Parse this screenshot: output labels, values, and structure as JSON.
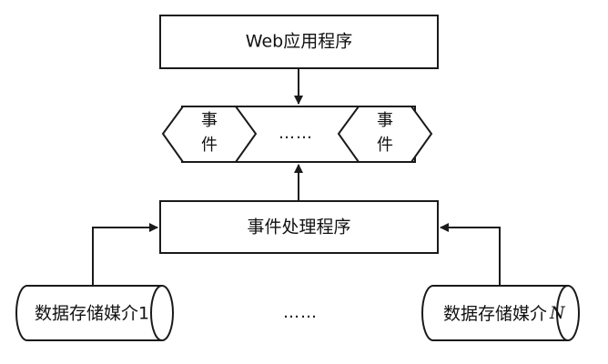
{
  "diagram": {
    "web_app": {
      "label": "Web应用程序"
    },
    "event_row": {
      "left_event": {
        "line1": "事",
        "line2": "件"
      },
      "ellipsis": "……",
      "right_event": {
        "line1": "事",
        "line2": "件"
      }
    },
    "event_handler": {
      "label": "事件处理程序"
    },
    "storage_left": {
      "label": "数据存储媒介1"
    },
    "storage_ellipsis": "……",
    "storage_right": {
      "label": "数据存储媒介",
      "suffix": "N"
    }
  },
  "colors": {
    "stroke": "#1a1a1a",
    "fill": "#ffffff",
    "text": "#111111"
  }
}
